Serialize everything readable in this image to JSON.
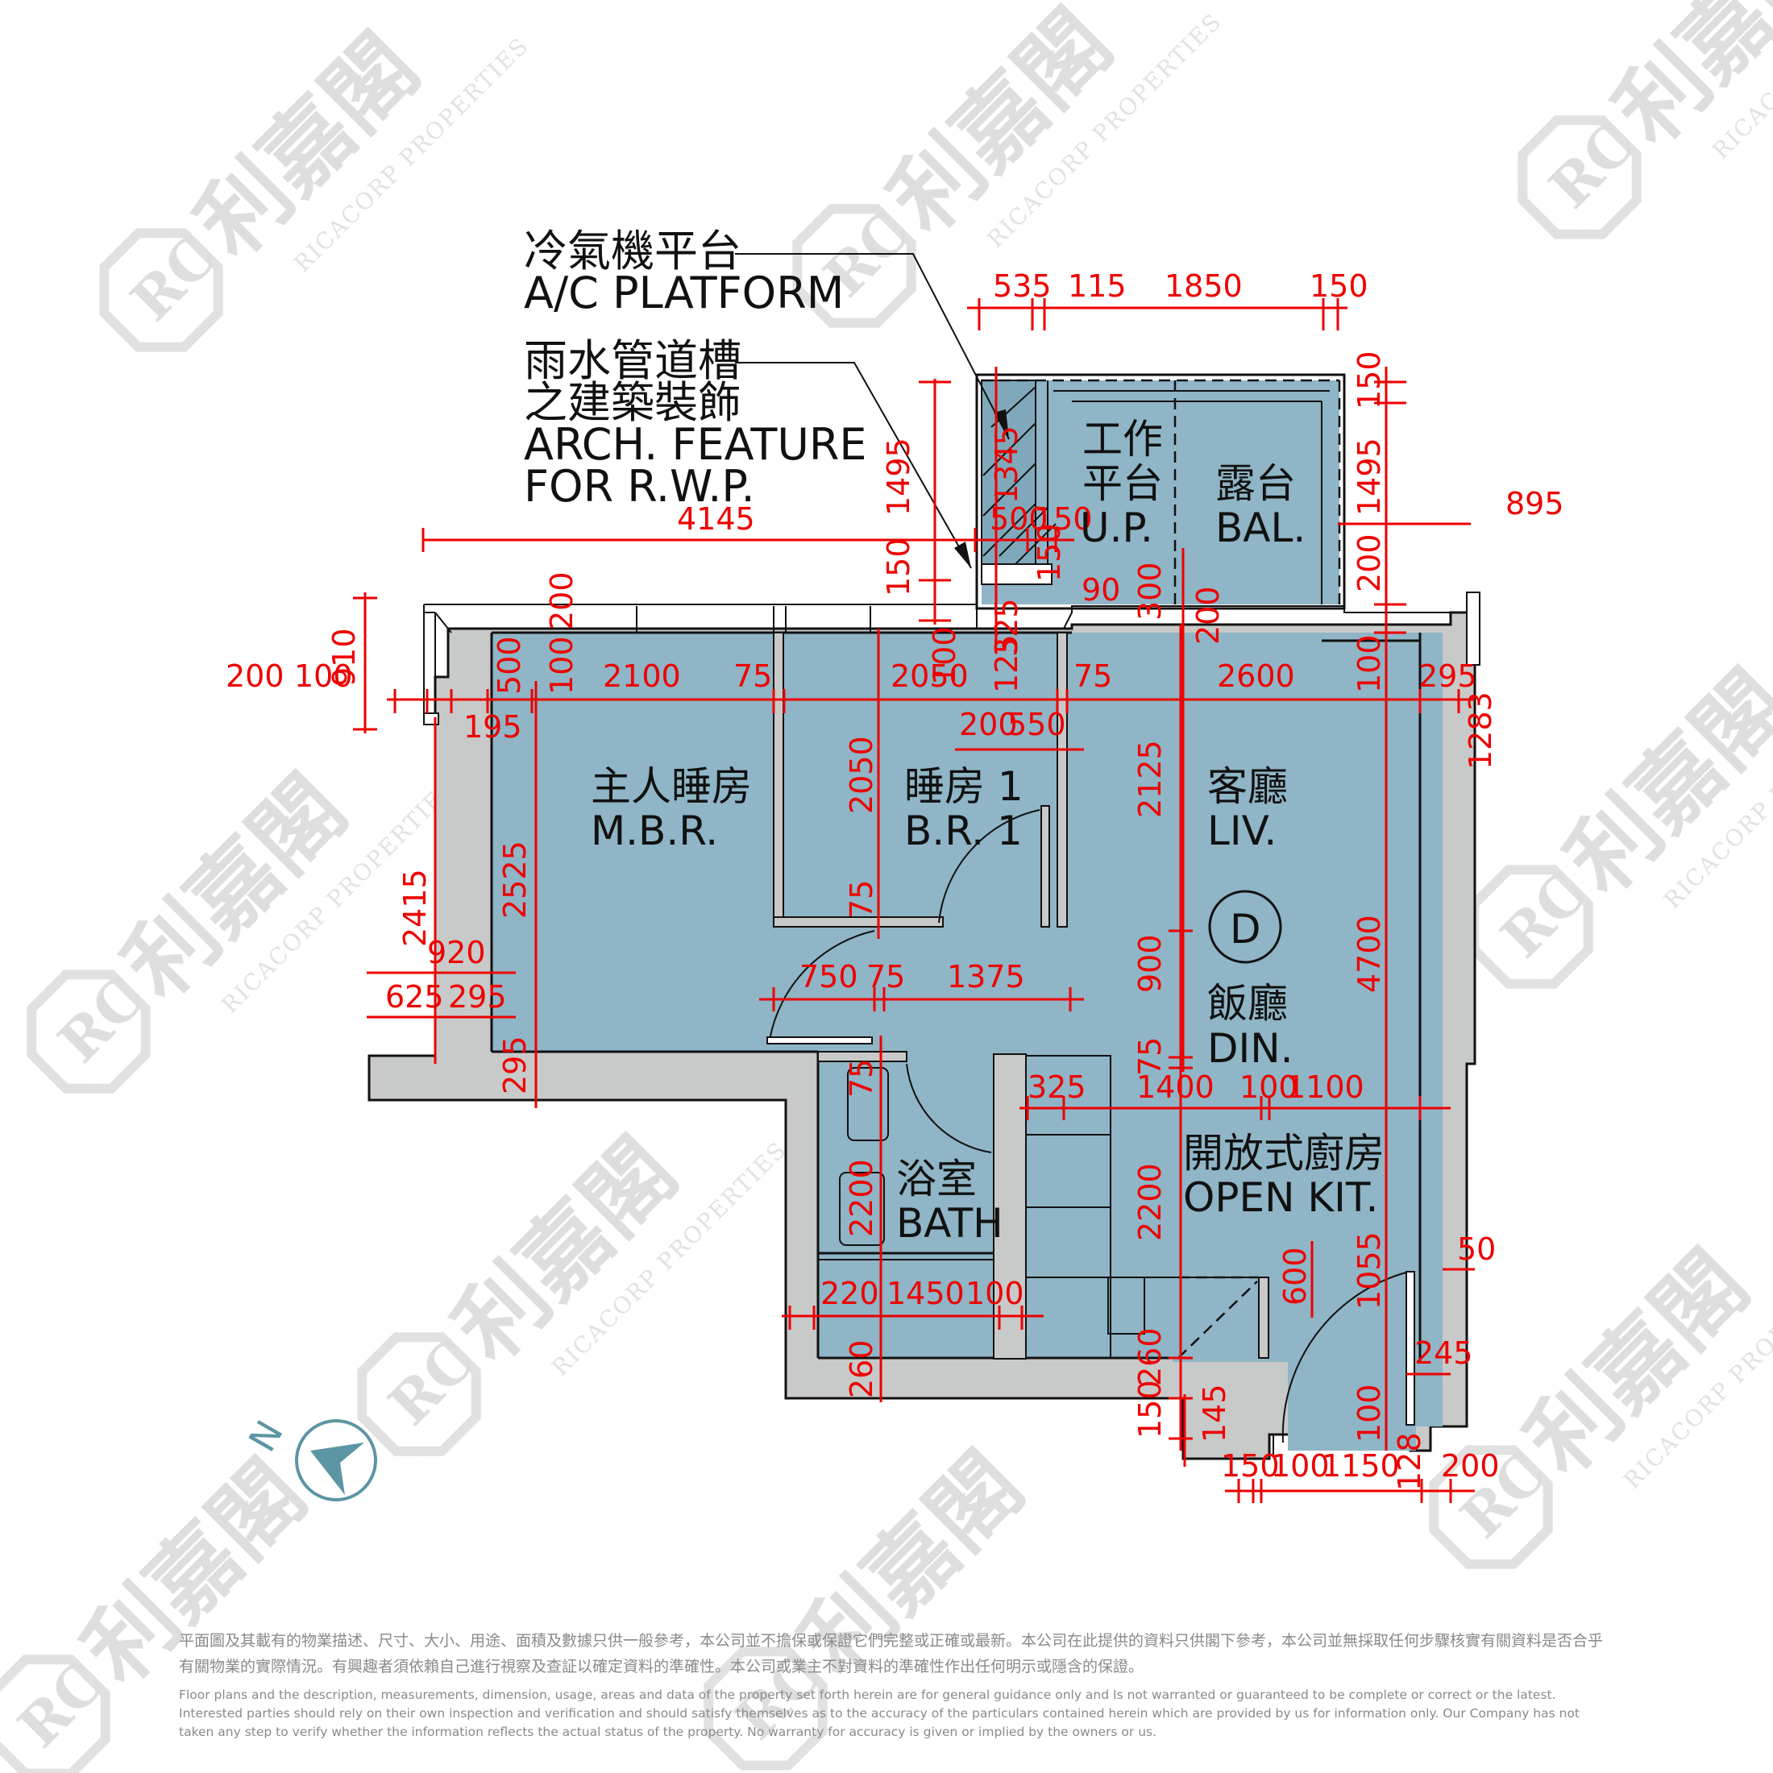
{
  "watermark": {
    "brand_zh": "利嘉閣",
    "brand_en": "RICACORP PROPERTIES",
    "logo_letters": "RC"
  },
  "annotations": {
    "ac_platform_zh": "冷氣機平台",
    "ac_platform_en": "A/C PLATFORM",
    "rwp_zh_line1": "雨水管道槽",
    "rwp_zh_line2": "之建築裝飾",
    "rwp_en_line1": "ARCH. FEATURE",
    "rwp_en_line2": "FOR R.W.P."
  },
  "rooms": {
    "utility_platform": {
      "zh_line1": "工作",
      "zh_line2": "平台",
      "en": "U.P."
    },
    "balcony": {
      "zh": "露台",
      "en": "BAL."
    },
    "master_bedroom": {
      "zh": "主人睡房",
      "en": "M.B.R."
    },
    "bedroom1": {
      "zh": "睡房 1",
      "en": "B.R. 1"
    },
    "living": {
      "zh": "客廳",
      "en": "LIV."
    },
    "dining": {
      "zh": "飯廳",
      "en": "DIN."
    },
    "bath": {
      "zh": "浴室",
      "en": "BATH"
    },
    "open_kitchen": {
      "zh": "開放式廚房",
      "en": "OPEN KIT."
    }
  },
  "unit_marker": "D",
  "compass": {
    "label": "N",
    "color": "#5c95a4"
  },
  "colors": {
    "room_fill": "#8fb5c6",
    "wall_fill": "#c8c9c9",
    "dimension": "#ee0000",
    "watermark": "#d9d9d9"
  },
  "dimensions": {
    "top_535": "535",
    "top_115": "115",
    "top_1850": "1850",
    "top_150": "150",
    "v_1495_left": "1495",
    "v_1345": "1345",
    "v_150_left": "150",
    "h_4145": "4145",
    "h_500": "500",
    "h_150a": "150",
    "v_150b": "150",
    "v_325": "325",
    "h_90": "90",
    "v_300": "300",
    "v_200_mid": "200",
    "v_150_right": "150",
    "v_1495_right": "1495",
    "h_895": "895",
    "v_200_right": "200",
    "v_910": "910",
    "h_200": "200",
    "h_100a": "100",
    "v_500": "500",
    "v_100b": "100",
    "v_200c": "200",
    "h_2100": "2100",
    "h_75a": "75",
    "h_2050": "2050",
    "v_100d": "100",
    "v_125": "125",
    "h_75b": "75",
    "h_2600": "2600",
    "v_100e": "100",
    "h_295a": "295",
    "v_1283": "1283",
    "h_195": "195",
    "h_200b": "200",
    "h_550": "550",
    "v_2050": "2050",
    "v_2125": "2125",
    "v_2525": "2525",
    "v_2415": "2415",
    "v_920": "920",
    "h_625": "625",
    "h_295b": "295",
    "v_75a": "75",
    "h_750": "750",
    "h_75c": "75",
    "h_1375": "1375",
    "v_900": "900",
    "v_4700": "4700",
    "v_295c": "295",
    "v_75b": "75",
    "v_75c": "75",
    "h_325": "325",
    "h_1400": "1400",
    "h_100f": "100",
    "h_1100": "1100",
    "v_2200a": "2200",
    "v_2200b": "2200",
    "v_50": "50",
    "h_220": "220",
    "h_1450": "1450",
    "h_100g": "100",
    "v_600": "600",
    "v_1055": "1055",
    "h_245": "245",
    "v_260a": "260",
    "v_260b": "260",
    "v_150c": "150",
    "v_145": "145",
    "v_100h": "100",
    "v_128": "128",
    "h_150d": "150",
    "h_100i": "100",
    "h_1150": "1150",
    "h_200e": "200"
  },
  "disclaimer": {
    "zh": "平面圖及其載有的物業描述、尺寸、大小、用途、面積及數據只供一般參考，本公司並不擔保或保證它們完整或正確或最新。本公司在此提供的資料只供閣下參考，本公司並無採取任何步驟核實有關資料是否合乎有關物業的實際情況。有興趣者須依賴自己進行視察及查証以確定資料的準確性。本公司或業主不對資料的準確性作出任何明示或隱含的保證。",
    "en": "Floor plans and the description, measurements, dimension, usage, areas and data of the property set forth herein are for general guidance only and Is not warranted or guaranteed to be complete or correct or the latest. Interested parties should rely on their own inspection and verification and should satisfy themselves as to the accuracy of the particulars contained herein which are provided by us for information only.  Our Company has not taken any step to verify whether the information reflects the actual status of the property.  No warranty for accuracy is given or implied by the owners or us."
  }
}
